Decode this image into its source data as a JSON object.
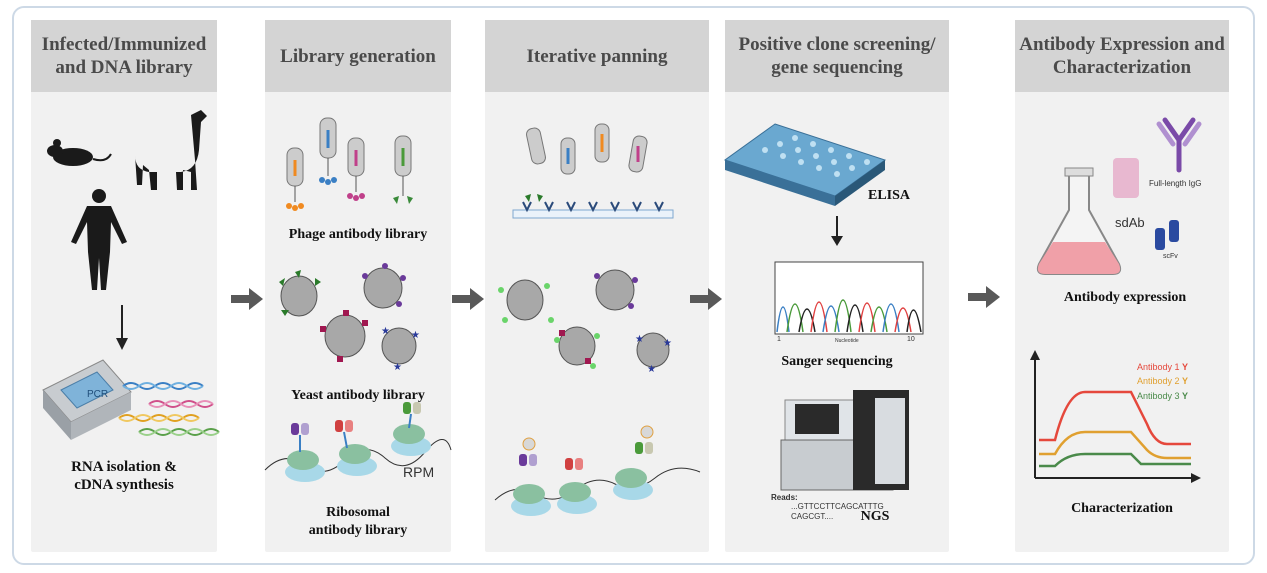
{
  "panels": [
    {
      "title": "Infected/Immunized and DNA library",
      "label": "RNA isolation & cDNA synthesis",
      "machine_text": "PCR"
    },
    {
      "title": "Library generation",
      "labels": [
        "Phage antibody library",
        "Yeast antibody library",
        "Ribosomal antibody library"
      ],
      "rpm": "RPM"
    },
    {
      "title": "Iterative panning"
    },
    {
      "title": "Positive clone screening/ gene sequencing",
      "labels": [
        "ELISA",
        "Sanger sequencing",
        "NGS"
      ],
      "axis_start": "1",
      "axis_mid": "Nucleotide",
      "axis_end": "10",
      "reads_label": "Reads:",
      "reads_seq": "...GTTCCTTCAGCATTTG CAGCGT...."
    },
    {
      "title": "Antibody Expression and Characterization",
      "labels": [
        "Antibody expression",
        "Characterization"
      ],
      "igg": "Full-length IgG",
      "sdab": "sdAb",
      "scfv": "scFv",
      "antibodies": [
        {
          "name": "Antibody 1",
          "color": "#e5483c"
        },
        {
          "name": "Antibody 2",
          "color": "#e0a030"
        },
        {
          "name": "Antibody 3",
          "color": "#4a8a4a"
        }
      ]
    }
  ],
  "colors": {
    "frame": "#cdd9e6",
    "panel": "#f1f1f1",
    "header": "#d4d4d4",
    "arrow": "#595959"
  }
}
